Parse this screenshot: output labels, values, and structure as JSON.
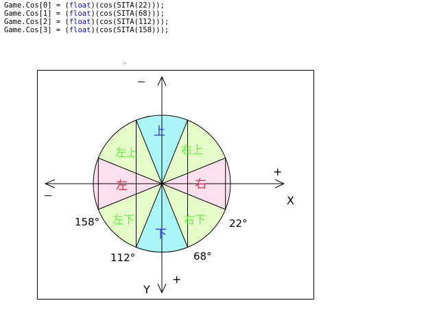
{
  "code_lines": [
    {
      "prefix": "Game.Cos[0] = (",
      "keyword": "float",
      "suffix": ")(cos(SITA(22)));"
    },
    {
      "prefix": "Game.Cos[1] = (",
      "keyword": "float",
      "suffix": ")(cos(SITA(68)));"
    },
    {
      "prefix": "Game.Cos[2] = (",
      "keyword": "float",
      "suffix": ")(cos(SITA(112)));"
    },
    {
      "prefix": "Game.Cos[3] = (",
      "keyword": "float",
      "suffix": ")(cos(SITA(158)));"
    }
  ],
  "axes": {
    "x_label": "X",
    "y_label": "Y",
    "plus_sign": "+",
    "minus_sign": "－"
  },
  "sectors": {
    "up": "上",
    "down": "下",
    "left": "左",
    "right": "右",
    "upper_left": "左上",
    "upper_right": "右上",
    "lower_left": "左下",
    "lower_right": "右下"
  },
  "angles": {
    "a22": "22°",
    "a68": "68°",
    "a112": "112°",
    "a158": "158°"
  },
  "colors": {
    "cyan": "#aaf5f8",
    "green": "#e5fcc8",
    "pink": "#fde0ee",
    "blue_text": "#3030f0",
    "green_text": "#66ee44",
    "red_text": "#ee2244"
  }
}
